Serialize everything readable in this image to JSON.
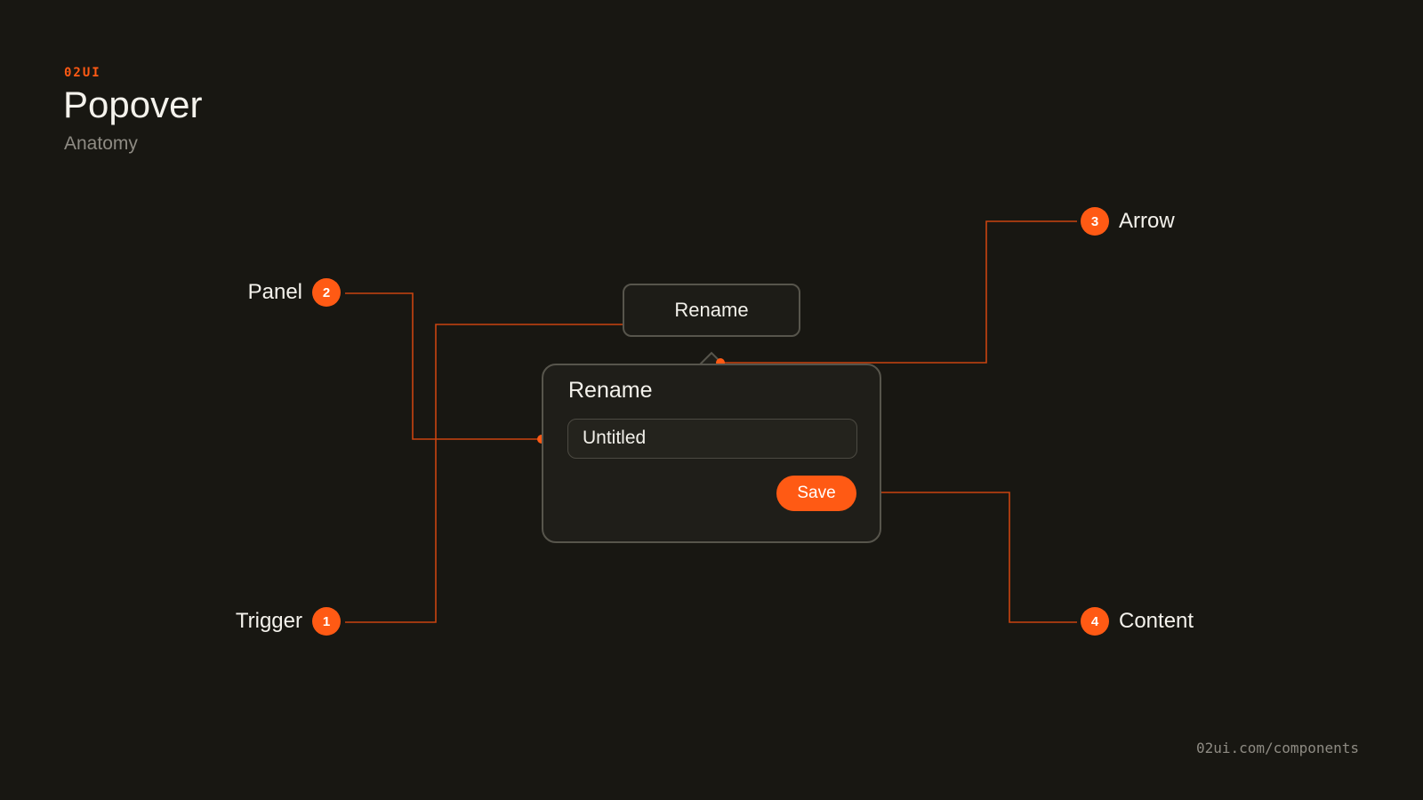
{
  "header": {
    "brand": "02UI",
    "title": "Popover",
    "subtitle": "Anatomy"
  },
  "trigger": {
    "label": "Rename"
  },
  "panel": {
    "title": "Rename",
    "input_value": "Untitled",
    "save_label": "Save"
  },
  "callouts": [
    {
      "number": "1",
      "label": "Trigger"
    },
    {
      "number": "2",
      "label": "Panel"
    },
    {
      "number": "3",
      "label": "Arrow"
    },
    {
      "number": "4",
      "label": "Content"
    }
  ],
  "footer": {
    "url": "02ui.com/components"
  },
  "colors": {
    "background": "#181712",
    "accent": "#ff5a14",
    "border": "#57554c",
    "muted_text": "#8e8b83"
  }
}
